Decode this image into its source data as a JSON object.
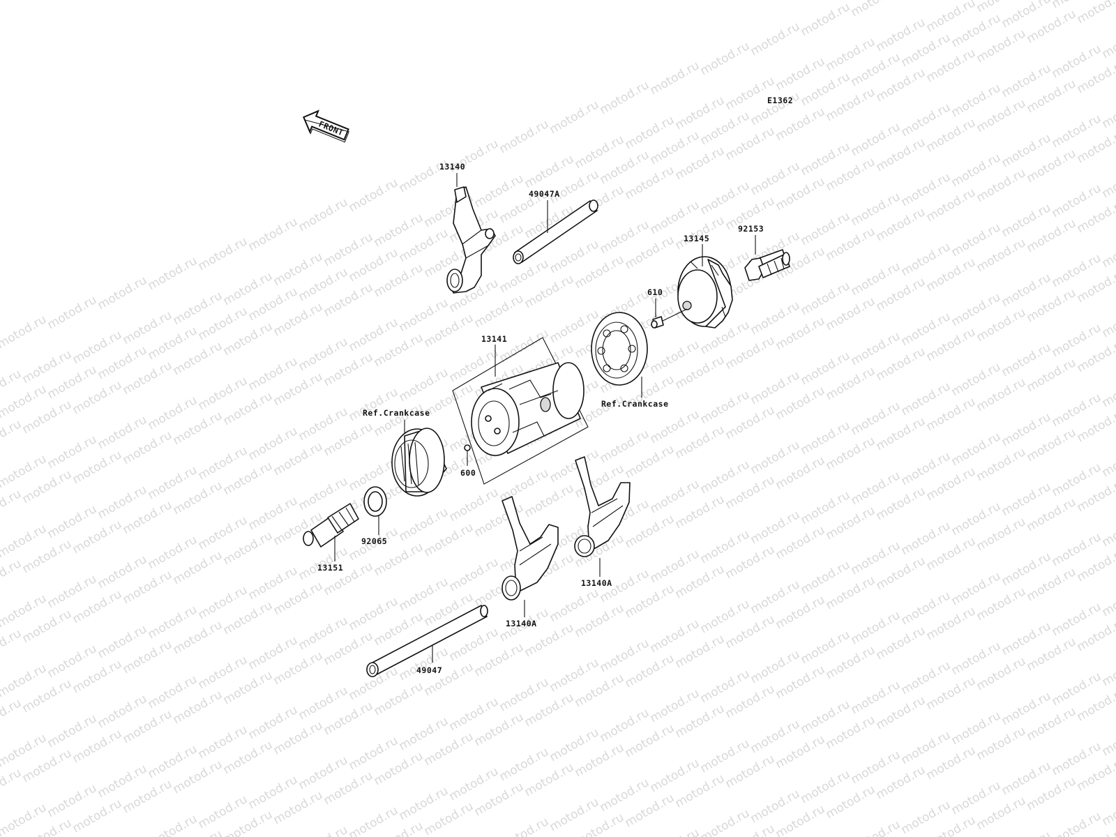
{
  "diagram_code": "E1362",
  "front_arrow_label": "FRONT",
  "watermark_text": "motod.ru",
  "colors": {
    "line": "#111111",
    "background": "#ffffff",
    "watermark": "#d8d8d8"
  },
  "labels": {
    "fork_top": "13140",
    "shaft_top": "49047A",
    "drum_holder": "13145",
    "bolt_top": "92153",
    "pin_610": "610",
    "drum": "13141",
    "ref_crankcase_right": "Ref.Crankcase",
    "ref_crankcase_left": "Ref.Crankcase",
    "pin_600": "600",
    "washer": "92065",
    "switch": "13151",
    "fork_mid": "13140A",
    "fork_bottom": "13140A",
    "shaft_bottom": "49047"
  }
}
